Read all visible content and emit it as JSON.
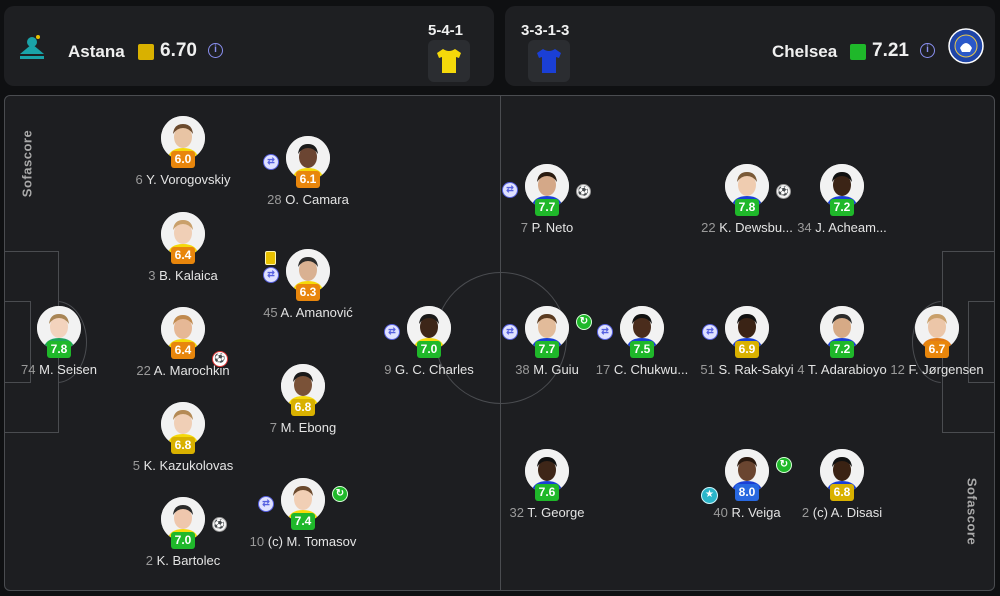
{
  "home": {
    "name": "Astana",
    "rating": "6.70",
    "formation": "5-4-1",
    "rating_color": "#d9b100",
    "shirt_color": "#f5d90a"
  },
  "away": {
    "name": "Chelsea",
    "rating": "7.21",
    "formation": "3-3-1-3",
    "rating_color": "#1fb82a",
    "shirt_color": "#1a3fd6"
  },
  "watermark": "Sofascore",
  "players": [
    {
      "num": "6",
      "name": "Y. Vorogovskiy",
      "rating": "6.0",
      "color": "orange"
    },
    {
      "num": "28",
      "name": "O. Camara",
      "rating": "6.1",
      "color": "orange",
      "icons": [
        "sub"
      ]
    },
    {
      "num": "3",
      "name": "B. Kalaica",
      "rating": "6.4",
      "color": "orange"
    },
    {
      "num": "45",
      "name": "A. Amanović",
      "rating": "6.3",
      "color": "orange",
      "icons": [
        "card",
        "sub"
      ]
    },
    {
      "num": "74",
      "name": "M. Seisen",
      "rating": "7.8",
      "color": "green"
    },
    {
      "num": "22",
      "name": "A. Marochkin",
      "rating": "6.4",
      "color": "orange",
      "icons": [
        "own-goal"
      ]
    },
    {
      "num": "7",
      "name": "M. Ebong",
      "rating": "6.8",
      "color": "yellow"
    },
    {
      "num": "9",
      "name": "G. C. Charles",
      "rating": "7.0",
      "color": "green",
      "icons": [
        "sub"
      ]
    },
    {
      "num": "5",
      "name": "K. Kazukolovas",
      "rating": "6.8",
      "color": "yellow"
    },
    {
      "num": "2",
      "name": "K. Bartolec",
      "rating": "7.0",
      "color": "green",
      "icons": [
        "ball"
      ]
    },
    {
      "num": "10",
      "name": "(c) M. Tomasov",
      "rating": "7.4",
      "color": "green",
      "icons": [
        "sub",
        "assist"
      ]
    },
    {
      "num": "7",
      "name": "P. Neto",
      "rating": "7.7",
      "color": "green",
      "icons": [
        "sub",
        "ball"
      ]
    },
    {
      "num": "22",
      "name": "K. Dewsbu...",
      "rating": "7.8",
      "color": "green",
      "icons": [
        "ball"
      ]
    },
    {
      "num": "34",
      "name": "J. Acheam...",
      "rating": "7.2",
      "color": "green"
    },
    {
      "num": "38",
      "name": "M. Guiu",
      "rating": "7.7",
      "color": "green",
      "icons": [
        "sub",
        "assist"
      ]
    },
    {
      "num": "17",
      "name": "C. Chukwu...",
      "rating": "7.5",
      "color": "green",
      "icons": [
        "sub"
      ]
    },
    {
      "num": "51",
      "name": "S. Rak-Sakyi",
      "rating": "6.9",
      "color": "yellow",
      "icons": [
        "sub"
      ]
    },
    {
      "num": "4",
      "name": "T. Adarabioyo",
      "rating": "7.2",
      "color": "green"
    },
    {
      "num": "12",
      "name": "F. Jørgensen",
      "rating": "6.7",
      "color": "orange"
    },
    {
      "num": "32",
      "name": "T. George",
      "rating": "7.6",
      "color": "green"
    },
    {
      "num": "40",
      "name": "R. Veiga",
      "rating": "8.0",
      "color": "blue",
      "icons": [
        "star",
        "assist"
      ]
    },
    {
      "num": "2",
      "name": "(c) A. Disasi",
      "rating": "6.8",
      "color": "yellow"
    }
  ]
}
